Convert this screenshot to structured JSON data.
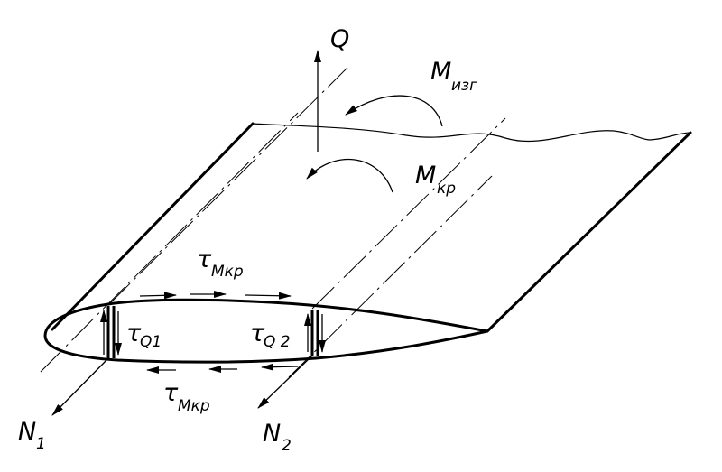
{
  "labels": {
    "q": "Q",
    "m_izg_main": "M",
    "m_izg_sub": "изг",
    "m_kr_main": "M",
    "m_kr_sub": "кр",
    "tau_mkr_top_main": "τ",
    "tau_mkr_top_sub": "Mкр",
    "tau_mkr_bottom_main": "τ",
    "tau_mkr_bottom_sub": "Mкр",
    "tau_q1_main": "τ",
    "tau_q1_sub": "Q1",
    "tau_q2_main": "τ",
    "tau_q2_sub": "Q 2",
    "n1_main": "N",
    "n1_sub": "1",
    "n2_main": "N",
    "n2_sub": "2"
  }
}
